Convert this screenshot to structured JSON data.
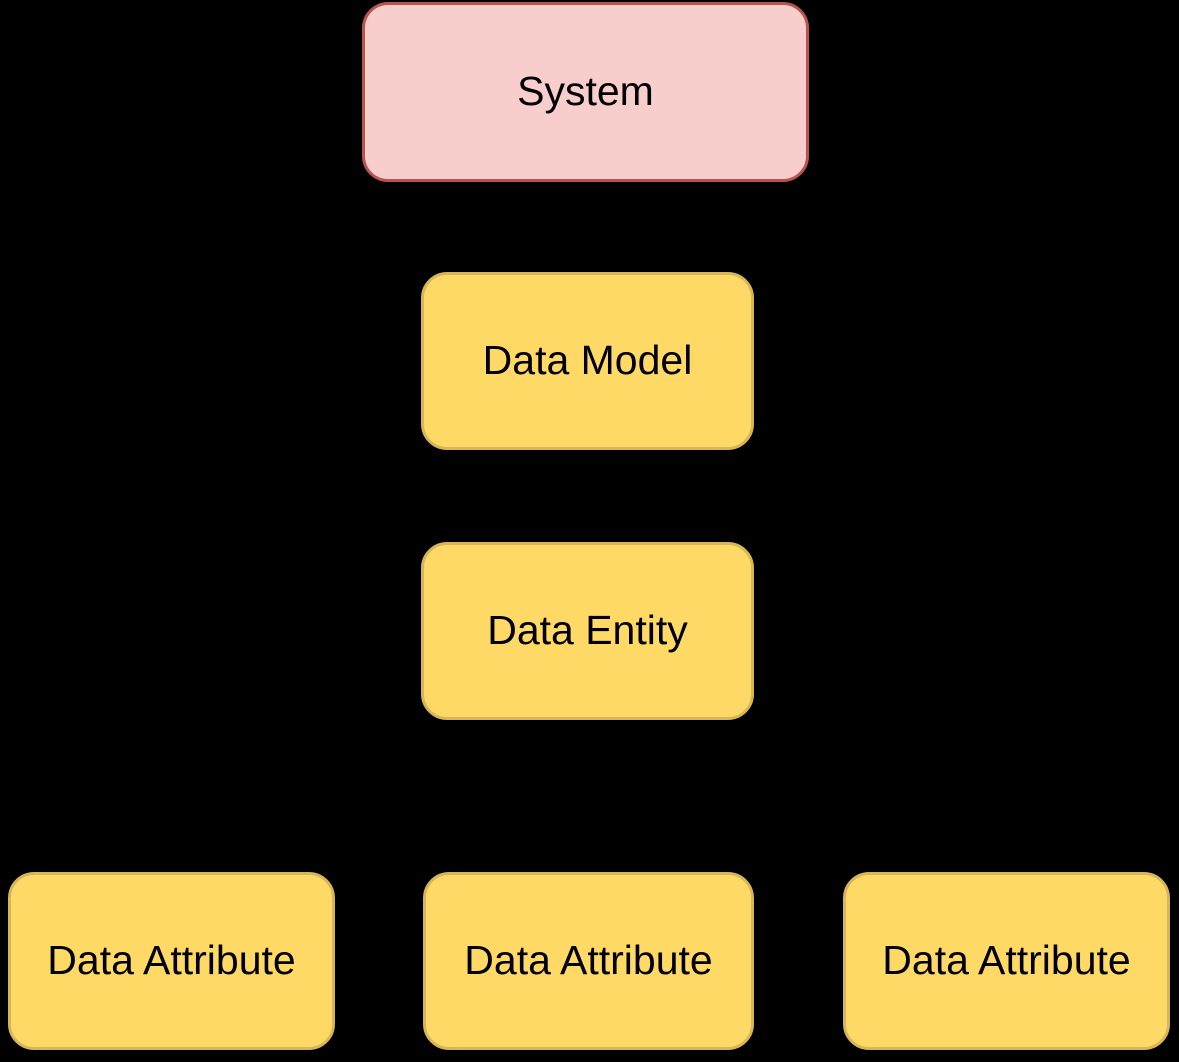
{
  "page": {
    "background_color": "#000000",
    "text_color": "#000000"
  },
  "diagram": {
    "type": "hierarchy",
    "nodes": [
      {
        "id": "system",
        "label": "System",
        "fill": "#F8CECC",
        "border": "#B85450"
      },
      {
        "id": "data-model",
        "label": "Data Model",
        "fill": "#FFD966",
        "border": "#D6B656"
      },
      {
        "id": "data-entity",
        "label": "Data Entity",
        "fill": "#FFD966",
        "border": "#D6B656"
      },
      {
        "id": "data-attribute-left",
        "label": "Data Attribute",
        "fill": "#FFD966",
        "border": "#D6B656"
      },
      {
        "id": "data-attribute-middle",
        "label": "Data Attribute",
        "fill": "#FFD966",
        "border": "#D6B656"
      },
      {
        "id": "data-attribute-right",
        "label": "Data Attribute",
        "fill": "#FFD966",
        "border": "#D6B656"
      }
    ],
    "edges": [
      {
        "from": "system",
        "to": "data-model",
        "color": "#000000"
      },
      {
        "from": "data-model",
        "to": "data-entity",
        "color": "#000000"
      },
      {
        "from": "data-entity",
        "to": "data-attribute-left",
        "color": "#000000"
      },
      {
        "from": "data-entity",
        "to": "data-attribute-middle",
        "color": "#000000"
      },
      {
        "from": "data-entity",
        "to": "data-attribute-right",
        "color": "#000000"
      }
    ]
  }
}
